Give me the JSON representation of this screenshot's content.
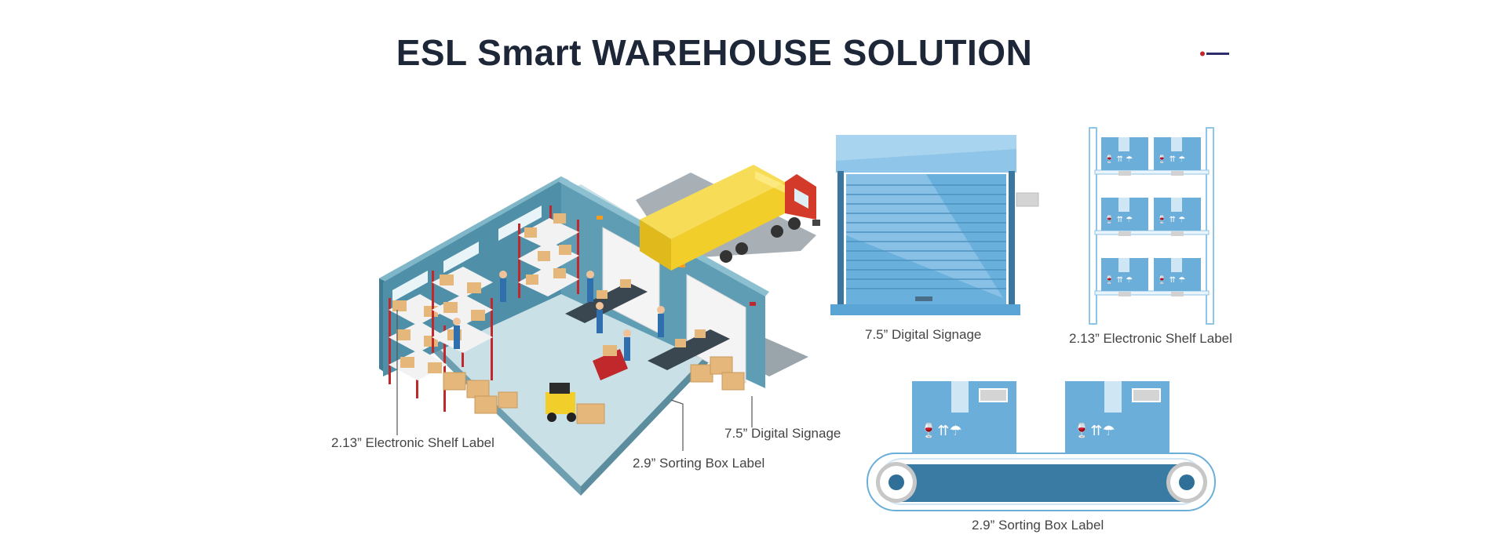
{
  "header": {
    "title": "ESL Smart WAREHOUSE SOLUTION"
  },
  "warehouse": {
    "labels": {
      "shelf": "2.13”  Electronic Shelf Label",
      "signage": "7.5”  Digital Signage",
      "sorting": "2.9”  Sorting Box Label"
    }
  },
  "panels": {
    "door": {
      "label": "7.5”  Digital Signage"
    },
    "shelf": {
      "label": "2.13”  Electronic Shelf Label"
    },
    "conveyor": {
      "label": "2.9”  Sorting Box Label"
    }
  },
  "colors": {
    "title": "#1e2738",
    "wall": "#4f8fa8",
    "floor": "#c9e0e6",
    "box_blue": "#6aaed9",
    "rack_red": "#c0282c",
    "truck_yellow": "#f2ce2b",
    "truck_red": "#d43a2a"
  }
}
